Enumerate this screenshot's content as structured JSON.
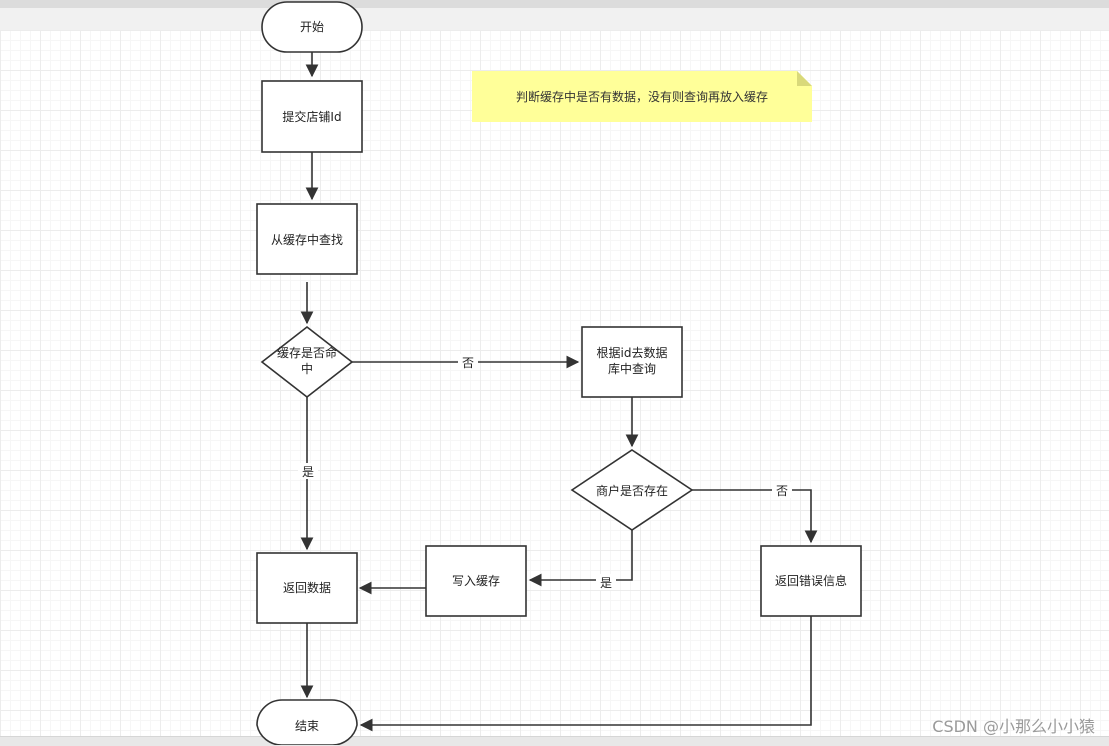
{
  "nodes": {
    "start": "开始",
    "submit": "提交店铺Id",
    "cache_lookup": "从缓存中查找",
    "cache_hit_line1": "缓存是否命",
    "cache_hit_line2": "中",
    "db_query_line1": "根据id去数据",
    "db_query_line2": "库中查询",
    "shop_exists": "商户是否存在",
    "write_cache": "写入缓存",
    "return_data": "返回数据",
    "return_error": "返回错误信息",
    "end": "结束"
  },
  "edge_labels": {
    "cache_miss": "否",
    "cache_hit": "是",
    "shop_exists_yes": "是",
    "shop_exists_no": "否"
  },
  "note": "判断缓存中是否有数据，没有则查询再放入缓存",
  "watermark": "CSDN @小那么小小猿",
  "colors": {
    "stroke": "#333333",
    "note_fill": "#ffff99",
    "grid": "#ececec"
  }
}
